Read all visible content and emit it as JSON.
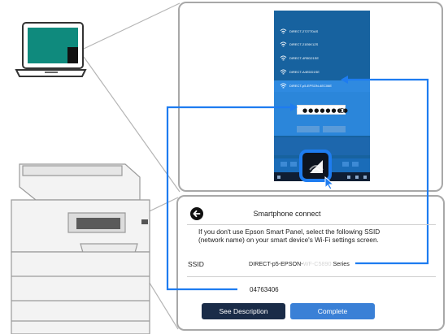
{
  "network_flyout": {
    "networks": [
      {
        "label": "DIRECT-27277DAS"
      },
      {
        "label": "DIRECT-21E6K1ZS"
      },
      {
        "label": "DIRECT-4R5D21SE"
      },
      {
        "label": "DIRECT-A4EDD1SE"
      },
      {
        "label": "DIRECT-p5-EPSON-4EC06E"
      }
    ],
    "password_value": "●●●●●●●●"
  },
  "panel": {
    "title": "Smartphone connect",
    "instructions": "If you don't use Epson Smart Panel, select the following SSID (network name) on your smart device's Wi-Fi settings screen.",
    "ssid_label": "SSID",
    "ssid_prefix": "DIRECT-p5-EPSON-",
    "ssid_model": "WF-C5890",
    "ssid_suffix": " Series",
    "password": "04763406",
    "see_description_label": "See Description",
    "complete_label": "Complete"
  },
  "colors": {
    "highlight_blue": "#1e7cf0",
    "laptop_screen": "#0f8a7d",
    "frame_gray": "#a8a8a8",
    "button_dark": "#1a2c48",
    "button_blue": "#3a80d6"
  },
  "icons": [
    "laptop-icon",
    "printer-illustration",
    "wifi-icon",
    "back-arrow-icon",
    "password-reveal-icon"
  ]
}
